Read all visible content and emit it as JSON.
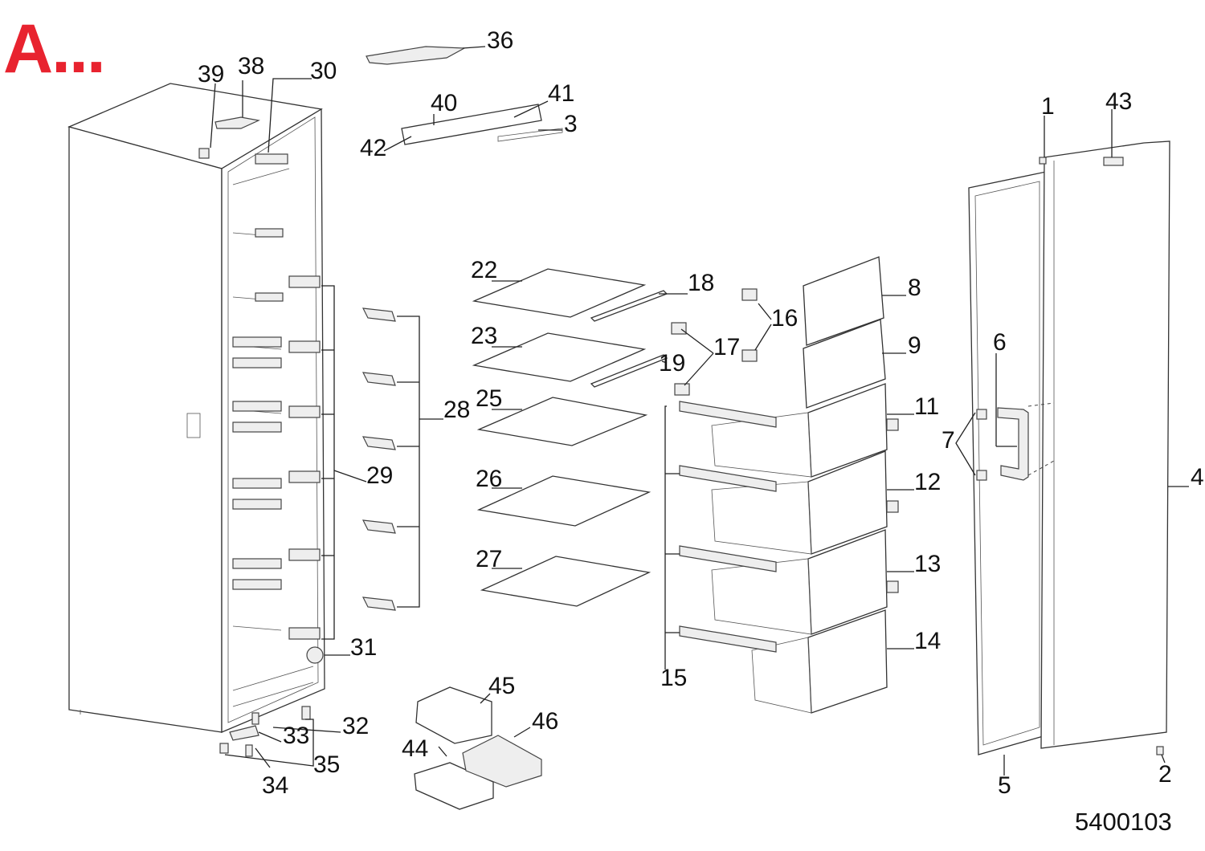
{
  "page": {
    "corner_title": "A...",
    "drawing_number": "5400103"
  },
  "callouts": {
    "c1": "1",
    "c2": "2",
    "c3": "3",
    "c4": "4",
    "c5": "5",
    "c6": "6",
    "c7": "7",
    "c8": "8",
    "c9": "9",
    "c11": "11",
    "c12": "12",
    "c13": "13",
    "c14": "14",
    "c15": "15",
    "c16": "16",
    "c17": "17",
    "c18": "18",
    "c19": "19",
    "c22": "22",
    "c23": "23",
    "c25": "25",
    "c26": "26",
    "c27": "27",
    "c28": "28",
    "c29": "29",
    "c30": "30",
    "c31": "31",
    "c32": "32",
    "c33": "33",
    "c34": "34",
    "c35": "35",
    "c36": "36",
    "c38": "38",
    "c39": "39",
    "c40": "40",
    "c41": "41",
    "c42": "42",
    "c43": "43",
    "c44": "44",
    "c45": "45",
    "c46": "46"
  }
}
